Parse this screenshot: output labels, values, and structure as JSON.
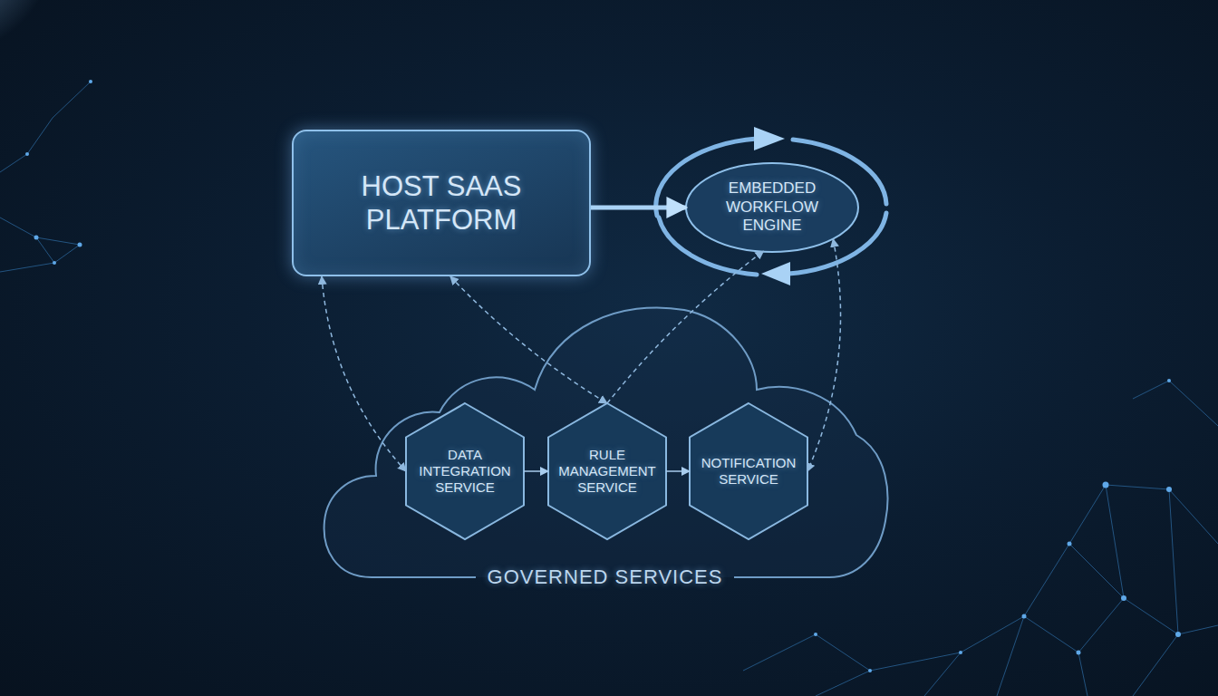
{
  "diagram": {
    "nodes": [
      {
        "text": [
          "HOST SAAS PLATFORM"
        ]
      },
      {
        "text": [
          "EMBEDDED WORKFLOW ENGINE"
        ]
      },
      {
        "text": [
          "GOVERNED SERVICES"
        ]
      },
      {
        "text": [
          "DATA INTEGRATION SERVICE"
        ],
        "in": 2
      },
      {
        "text": [
          "RULE MANAGEMENT SERVICE"
        ],
        "in": 2
      },
      {
        "text": [
          "NOTIFICATION SERVICE"
        ],
        "in": 2
      }
    ],
    "edges": [
      {
        "from": 0,
        "to": 1,
        "arrow": "to"
      },
      {
        "from": 3,
        "to": 4,
        "arrow": "to"
      },
      {
        "from": 4,
        "to": 5,
        "arrow": "to"
      },
      {
        "from": 0,
        "to": 3,
        "arrow": "both"
      },
      {
        "from": 0,
        "to": 4,
        "arrow": "both"
      },
      {
        "from": 4,
        "to": 1,
        "arrow": "to"
      },
      {
        "from": 1,
        "to": 5,
        "arrow": "both"
      }
    ]
  }
}
